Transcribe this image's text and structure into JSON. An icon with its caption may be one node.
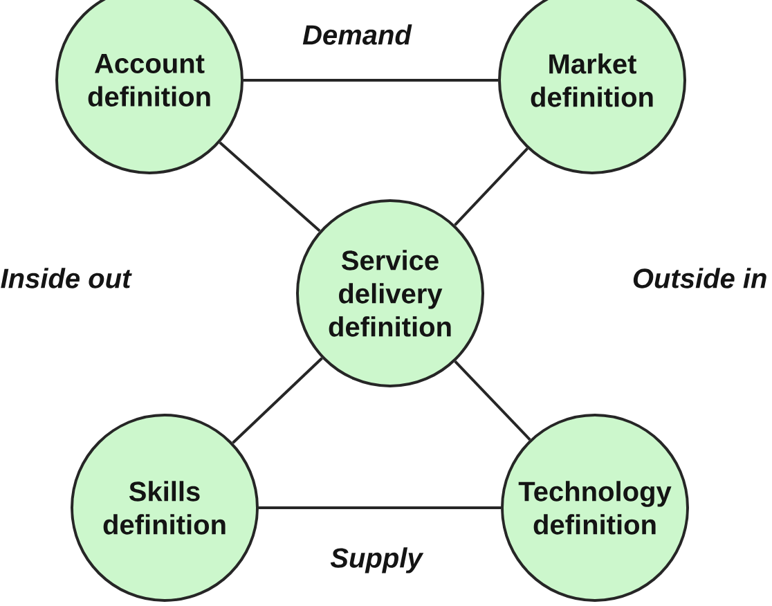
{
  "diagram": {
    "nodes": [
      {
        "text": [
          "Account definition"
        ]
      },
      {
        "text": [
          "Market definition"
        ]
      },
      {
        "text": [
          "Service delivery definition"
        ]
      },
      {
        "text": [
          "Skills definition"
        ]
      },
      {
        "text": [
          "Technology definition"
        ]
      }
    ],
    "edges": [
      {
        "from": 0,
        "to": 1,
        "arrow": "none"
      },
      {
        "from": 0,
        "to": 2,
        "arrow": "none"
      },
      {
        "from": 1,
        "to": 2,
        "arrow": "none"
      },
      {
        "from": 2,
        "to": 3,
        "arrow": "none"
      },
      {
        "from": 2,
        "to": 4,
        "arrow": "none"
      },
      {
        "from": 3,
        "to": 4,
        "arrow": "none"
      }
    ],
    "labels": [
      "Demand",
      "Inside out",
      "Outside in",
      "Supply"
    ]
  }
}
